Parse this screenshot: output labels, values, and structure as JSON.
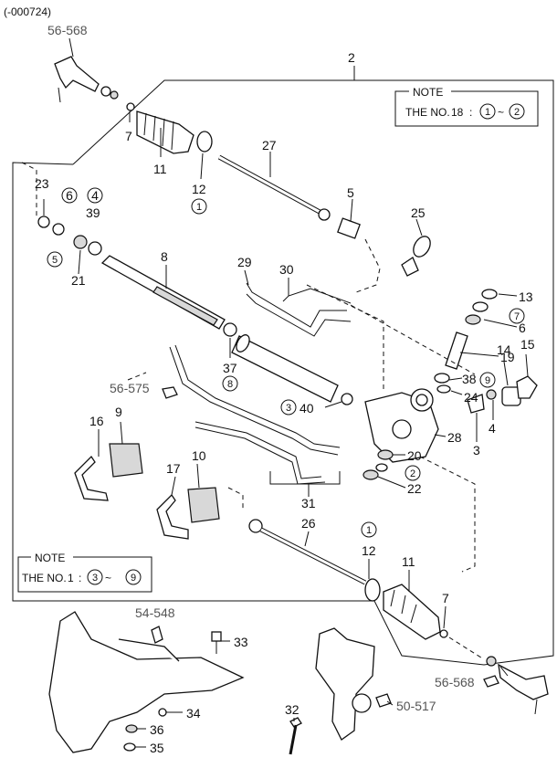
{
  "header": {
    "code": "(-000724)"
  },
  "notes": {
    "top": {
      "title": "NOTE",
      "prefix": "THE NO.",
      "number": "18",
      "sep": ":",
      "from": "1",
      "tilde": "~",
      "to": "2"
    },
    "bottom": {
      "title": "NOTE",
      "prefix": "THE NO.",
      "number": "1",
      "sep": ":",
      "from": "3",
      "tilde": "~",
      "to": "9"
    }
  },
  "labels": {
    "l2": "2",
    "l56568a": "56-568",
    "l56568b": "56-568",
    "l7a": "7",
    "l11a": "11",
    "l12a": "12",
    "l27": "27",
    "l5": "5",
    "l25": "25",
    "l23": "23",
    "l6a": "6",
    "l4a": "4",
    "l39": "39",
    "l21": "21",
    "l8": "8",
    "l29": "29",
    "l30": "30",
    "l13": "13",
    "l6b": "6",
    "l19": "19",
    "l14": "14",
    "l15": "15",
    "l37": "37",
    "l56575": "56-575",
    "l40": "40",
    "l38": "38",
    "l24": "24",
    "l4b": "4",
    "l16": "16",
    "l9": "9",
    "l28": "28",
    "l3": "3",
    "l20": "20",
    "l22": "22",
    "l17": "17",
    "l10": "10",
    "l31": "31",
    "l26": "26",
    "l12b": "12",
    "l11b": "11",
    "l7b": "7",
    "l54548": "54-548",
    "l33": "33",
    "l34": "34",
    "l36": "36",
    "l35": "35",
    "l32": "32",
    "l50517": "50-517"
  },
  "circled": {
    "c1a": "1",
    "c5": "5",
    "c6": "6",
    "c4": "4",
    "c7": "7",
    "c8": "8",
    "c9": "9",
    "c3": "3",
    "c2": "2",
    "c1b": "1"
  }
}
